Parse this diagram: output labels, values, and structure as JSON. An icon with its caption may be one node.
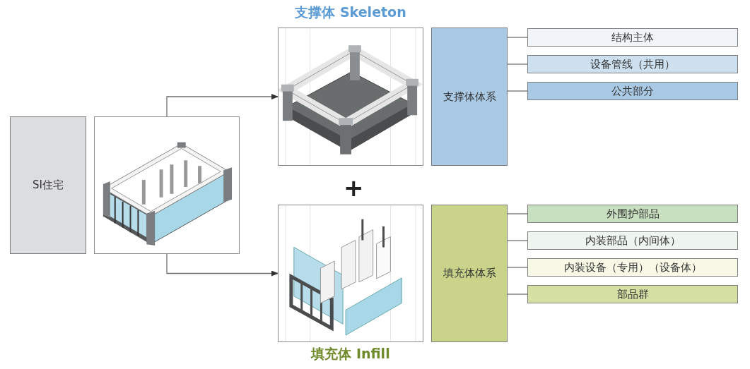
{
  "diagram": {
    "nodes": [
      {
        "text": [
          "SI住宅"
        ]
      },
      {
        "text": [],
        "shape": "picture"
      },
      {
        "text": [
          "支撑体 Skeleton"
        ]
      },
      {
        "text": [
          "支撑体体系"
        ]
      },
      {
        "text": [
          "结构主体"
        ]
      },
      {
        "text": [
          "设备管线（共用）"
        ]
      },
      {
        "text": [
          "公共部分"
        ]
      },
      {
        "text": [
          "填充体 Infill"
        ]
      },
      {
        "text": [
          "填充体体系"
        ]
      },
      {
        "text": [
          "外围护部品"
        ]
      },
      {
        "text": [
          "内装部品（内间体）"
        ]
      },
      {
        "text": [
          "内装设备（专用）（设备体）"
        ]
      },
      {
        "text": [
          "部品群"
        ]
      }
    ],
    "edges": [
      {
        "from": 1,
        "to": 2,
        "arrow": "to"
      },
      {
        "from": 1,
        "to": 7,
        "arrow": "to"
      },
      {
        "from": 3,
        "to": 4,
        "arrow": "none"
      },
      {
        "from": 3,
        "to": 5,
        "arrow": "none"
      },
      {
        "from": 3,
        "to": 6,
        "arrow": "none"
      },
      {
        "from": 8,
        "to": 9,
        "arrow": "none"
      },
      {
        "from": 8,
        "to": 10,
        "arrow": "none"
      },
      {
        "from": 8,
        "to": 11,
        "arrow": "none"
      },
      {
        "from": 8,
        "to": 12,
        "arrow": "none"
      }
    ],
    "labels": [
      "+"
    ]
  }
}
